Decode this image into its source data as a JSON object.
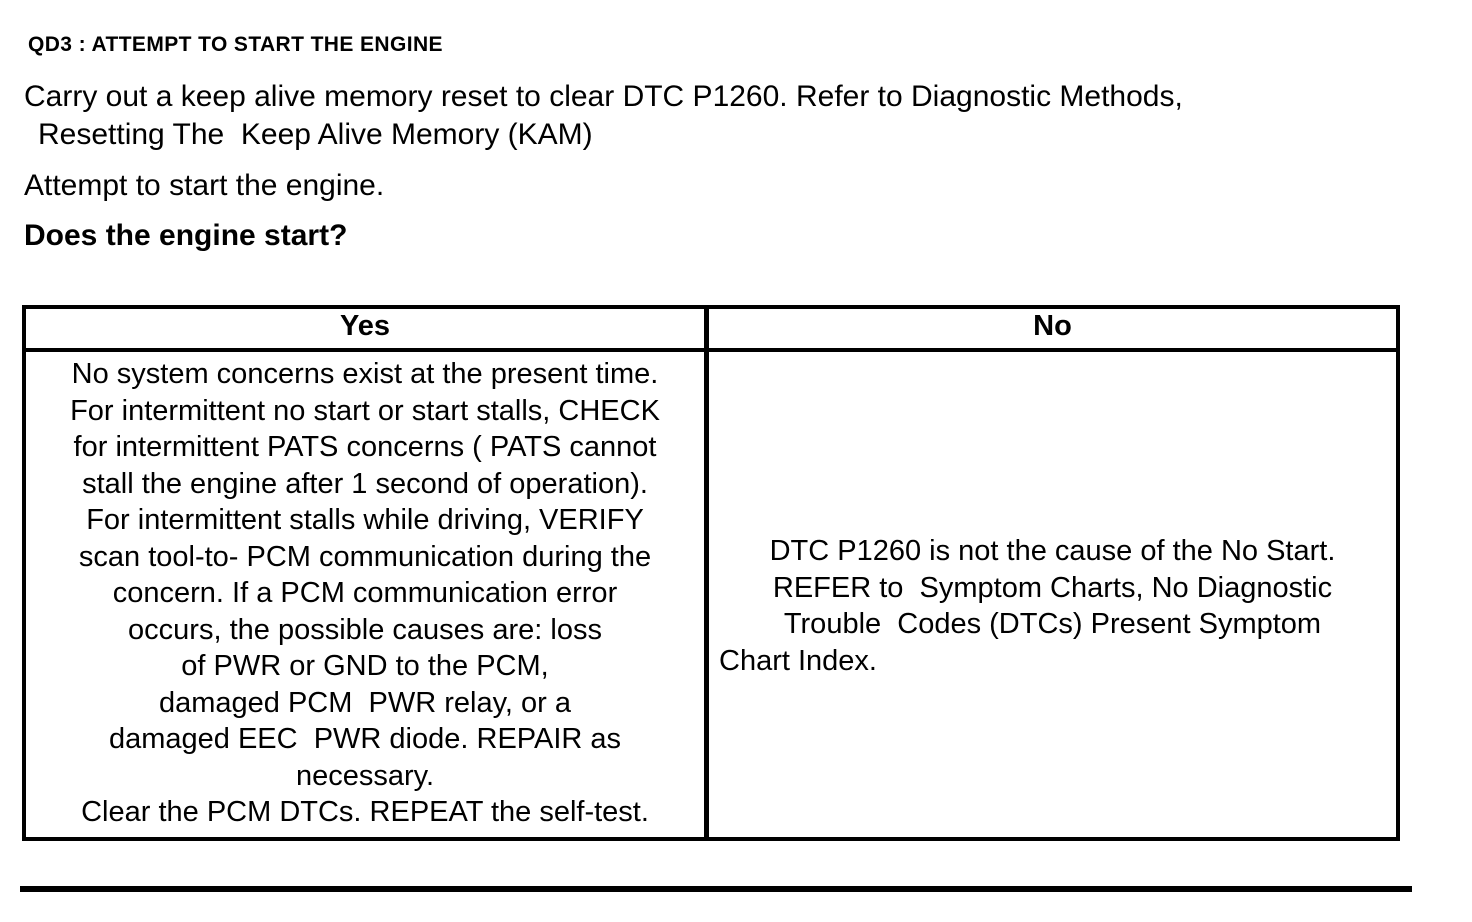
{
  "document": {
    "heading": "QD3 : ATTEMPT TO START THE ENGINE",
    "intro_line1": "Carry out a keep alive memory reset to clear DTC P1260. Refer to Diagnostic Methods,",
    "intro_line2": "Resetting The  Keep Alive Memory (KAM)",
    "action_text": "Attempt to start the engine.",
    "question": "Does the engine start?"
  },
  "result_table": {
    "yes_header": "Yes",
    "no_header": "No",
    "yes_lines": [
      "No system concerns exist at the present time.",
      "For intermittent no start or start stalls, CHECK",
      "for intermittent PATS concerns ( PATS cannot",
      "stall the engine after 1 second of operation).",
      "For intermittent stalls while driving, VERIFY",
      "scan tool-to- PCM communication during the",
      "concern. If a PCM communication error",
      "occurs, the possible causes are: loss",
      "of PWR or GND to the PCM,",
      "damaged PCM  PWR relay, or a",
      "damaged EEC  PWR diode. REPAIR as",
      "necessary.",
      "Clear the PCM DTCs. REPEAT the self-test."
    ],
    "no_lines": [
      "DTC P1260 is not the cause of the No Start.",
      "REFER to  Symptom Charts, No Diagnostic",
      "Trouble  Codes (DTCs) Present Symptom",
      "Chart Index."
    ]
  },
  "colors": {
    "text": "#000000",
    "background": "#ffffff",
    "border": "#000000"
  }
}
